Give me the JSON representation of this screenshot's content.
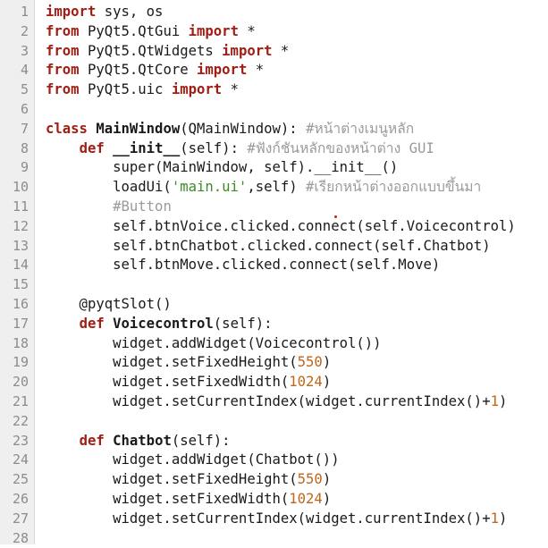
{
  "editor": {
    "colors": {
      "keyword": "#a01e14",
      "string": "#3d8a2a",
      "number": "#c0661b",
      "comment": "#9a9a9a",
      "text": "#1a1a1a",
      "gutter": "#efefef"
    },
    "lines": [
      {
        "n": "1",
        "tokens": [
          {
            "t": "kw",
            "v": "import"
          },
          {
            "t": "plain",
            "v": " sys, os"
          }
        ]
      },
      {
        "n": "2",
        "tokens": [
          {
            "t": "kw",
            "v": "from"
          },
          {
            "t": "plain",
            "v": " PyQt5.QtGui "
          },
          {
            "t": "kw",
            "v": "import"
          },
          {
            "t": "plain",
            "v": " *"
          }
        ]
      },
      {
        "n": "3",
        "tokens": [
          {
            "t": "kw",
            "v": "from"
          },
          {
            "t": "plain",
            "v": " PyQt5.QtWidgets "
          },
          {
            "t": "kw",
            "v": "import"
          },
          {
            "t": "plain",
            "v": " *"
          }
        ]
      },
      {
        "n": "4",
        "tokens": [
          {
            "t": "kw",
            "v": "from"
          },
          {
            "t": "plain",
            "v": " PyQt5.QtCore "
          },
          {
            "t": "kw",
            "v": "import"
          },
          {
            "t": "plain",
            "v": " *"
          }
        ]
      },
      {
        "n": "5",
        "tokens": [
          {
            "t": "kw",
            "v": "from"
          },
          {
            "t": "plain",
            "v": " PyQt5.uic "
          },
          {
            "t": "kw",
            "v": "import"
          },
          {
            "t": "plain",
            "v": " *"
          }
        ]
      },
      {
        "n": "6",
        "tokens": []
      },
      {
        "n": "7",
        "tokens": [
          {
            "t": "kw",
            "v": "class"
          },
          {
            "t": "plain",
            "v": " "
          },
          {
            "t": "name",
            "v": "MainWindow"
          },
          {
            "t": "plain",
            "v": "(QMainWindow): "
          },
          {
            "t": "cmt",
            "v": "#หน้าต่างเมนูหลัก"
          }
        ]
      },
      {
        "n": "8",
        "tokens": [
          {
            "t": "plain",
            "v": "    "
          },
          {
            "t": "kw",
            "v": "def"
          },
          {
            "t": "plain",
            "v": " "
          },
          {
            "t": "name",
            "v": "__init__"
          },
          {
            "t": "plain",
            "v": "(self): "
          },
          {
            "t": "cmt",
            "v": "#ฟังก์ชันหลักของหน้าต่าง GUI"
          }
        ]
      },
      {
        "n": "9",
        "tokens": [
          {
            "t": "plain",
            "v": "        super(MainWindow, self).__init__()"
          }
        ]
      },
      {
        "n": "10",
        "tokens": [
          {
            "t": "plain",
            "v": "        loadUi("
          },
          {
            "t": "str",
            "v": "'main.ui'"
          },
          {
            "t": "plain",
            "v": ",self) "
          },
          {
            "t": "cmt",
            "v": "#เรียกหน้าต่างออกแบบขึ้นมา"
          }
        ]
      },
      {
        "n": "11",
        "tokens": [
          {
            "t": "plain",
            "v": "        "
          },
          {
            "t": "cmt",
            "v": "#Button"
          }
        ]
      },
      {
        "n": "12",
        "tokens": [
          {
            "t": "plain",
            "v": "        self.btnVoice.clicked.connect(self.Voicecontrol)"
          }
        ]
      },
      {
        "n": "13",
        "tokens": [
          {
            "t": "plain",
            "v": "        self.btnChatbot.clicked.connect(self.Chatbot)"
          }
        ]
      },
      {
        "n": "14",
        "tokens": [
          {
            "t": "plain",
            "v": "        self.btnMove.clicked.connect(self.Move)"
          }
        ]
      },
      {
        "n": "15",
        "tokens": []
      },
      {
        "n": "16",
        "tokens": [
          {
            "t": "plain",
            "v": "    @pyqtSlot()"
          }
        ]
      },
      {
        "n": "17",
        "tokens": [
          {
            "t": "plain",
            "v": "    "
          },
          {
            "t": "kw",
            "v": "def"
          },
          {
            "t": "plain",
            "v": " "
          },
          {
            "t": "name",
            "v": "Voicecontrol"
          },
          {
            "t": "plain",
            "v": "(self):"
          }
        ]
      },
      {
        "n": "18",
        "tokens": [
          {
            "t": "plain",
            "v": "        widget.addWidget(Voicecontrol())"
          }
        ]
      },
      {
        "n": "19",
        "tokens": [
          {
            "t": "plain",
            "v": "        widget.setFixedHeight("
          },
          {
            "t": "num",
            "v": "550"
          },
          {
            "t": "plain",
            "v": ")"
          }
        ]
      },
      {
        "n": "20",
        "tokens": [
          {
            "t": "plain",
            "v": "        widget.setFixedWidth("
          },
          {
            "t": "num",
            "v": "1024"
          },
          {
            "t": "plain",
            "v": ")"
          }
        ]
      },
      {
        "n": "21",
        "tokens": [
          {
            "t": "plain",
            "v": "        widget.setCurrentIndex(widget.currentIndex()+"
          },
          {
            "t": "num",
            "v": "1"
          },
          {
            "t": "plain",
            "v": ")"
          }
        ]
      },
      {
        "n": "22",
        "tokens": []
      },
      {
        "n": "23",
        "tokens": [
          {
            "t": "plain",
            "v": "    "
          },
          {
            "t": "kw",
            "v": "def"
          },
          {
            "t": "plain",
            "v": " "
          },
          {
            "t": "name",
            "v": "Chatbot"
          },
          {
            "t": "plain",
            "v": "(self):"
          }
        ]
      },
      {
        "n": "24",
        "tokens": [
          {
            "t": "plain",
            "v": "        widget.addWidget(Chatbot())"
          }
        ]
      },
      {
        "n": "25",
        "tokens": [
          {
            "t": "plain",
            "v": "        widget.setFixedHeight("
          },
          {
            "t": "num",
            "v": "550"
          },
          {
            "t": "plain",
            "v": ")"
          }
        ]
      },
      {
        "n": "26",
        "tokens": [
          {
            "t": "plain",
            "v": "        widget.setFixedWidth("
          },
          {
            "t": "num",
            "v": "1024"
          },
          {
            "t": "plain",
            "v": ")"
          }
        ]
      },
      {
        "n": "27",
        "tokens": [
          {
            "t": "plain",
            "v": "        widget.setCurrentIndex(widget.currentIndex()+"
          },
          {
            "t": "num",
            "v": "1"
          },
          {
            "t": "plain",
            "v": ")"
          }
        ]
      },
      {
        "n": "28",
        "tokens": []
      }
    ]
  }
}
